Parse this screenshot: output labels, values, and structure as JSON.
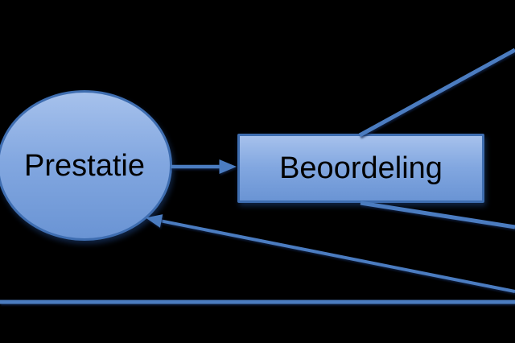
{
  "diagram": {
    "nodes": [
      {
        "id": "prestatie",
        "shape": "ellipse",
        "label": "Prestatie"
      },
      {
        "id": "beoordeling",
        "shape": "rectangle",
        "label": "Beoordeling"
      }
    ],
    "connectors": [
      {
        "id": "prestatie-to-beoordeling",
        "type": "arrow",
        "from": "prestatie",
        "to": "beoordeling"
      },
      {
        "id": "beoordeling-top-to-right-edge",
        "type": "line",
        "from": "beoordeling-top",
        "to": "offscreen-right-top"
      },
      {
        "id": "beoordeling-bottom-to-right-edge",
        "type": "line",
        "from": "beoordeling-bottom",
        "to": "offscreen-right"
      },
      {
        "id": "right-edge-to-prestatie",
        "type": "arrow",
        "from": "offscreen-right",
        "to": "prestatie"
      },
      {
        "id": "bottom-horizontal-line",
        "type": "line",
        "from": "left-edge",
        "to": "right-edge"
      }
    ]
  },
  "colors": {
    "background": "#000000",
    "shape-fill-top": "#a6c1ec",
    "shape-fill-mid": "#82a7e0",
    "shape-fill-bottom": "#6a94d4",
    "shape-border": "#3e6db0",
    "connector": "#4b7cc0",
    "text": "#000000"
  }
}
